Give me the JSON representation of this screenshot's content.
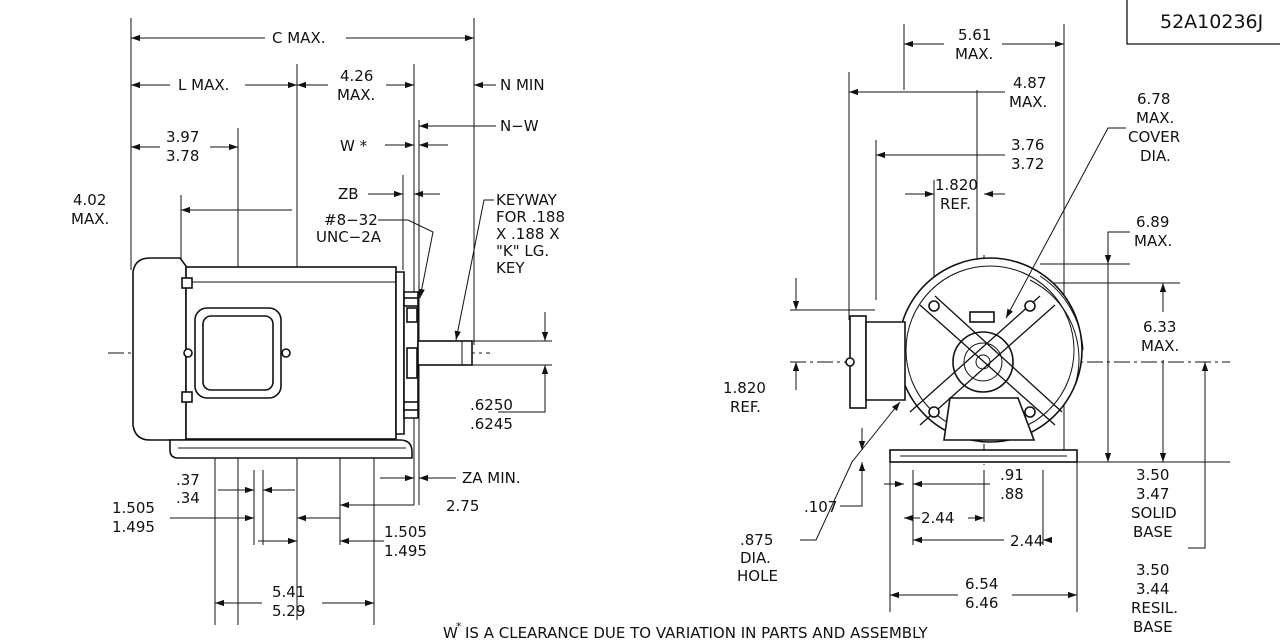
{
  "drawing_number": "52A10236J",
  "footnote_mark": "W",
  "footnote_star": "*",
  "footnote": "IS A CLEARANCE DUE TO VARIATION IN PARTS AND ASSEMBLY",
  "side_view": {
    "c_max": "C MAX.",
    "l_max": "L MAX.",
    "dim_426": [
      "4.26",
      "MAX."
    ],
    "n_min": "N MIN",
    "n_w": "N−W",
    "w_star": "W *",
    "dim_397": [
      "3.97",
      "3.78"
    ],
    "zb": "ZB",
    "thread": [
      "#8−32",
      "UNC−2A"
    ],
    "dim_402": [
      "4.02",
      "MAX."
    ],
    "keyway": [
      "KEYWAY",
      "FOR .188",
      "X .188 X",
      "\"K\" LG.",
      "KEY"
    ],
    "shaft": [
      ".6250",
      ".6245"
    ],
    "za_min": "ZA MIN.",
    "dim_37": [
      ".37",
      ".34"
    ],
    "dim_275": "2.75",
    "dim_1505_left": [
      "1.505",
      "1.495"
    ],
    "dim_1505_right": [
      "1.505",
      "1.495"
    ],
    "dim_541": [
      "5.41",
      "5.29"
    ]
  },
  "end_view": {
    "dim_561": [
      "5.61",
      "MAX."
    ],
    "dim_487": [
      "4.87",
      "MAX."
    ],
    "dim_678": [
      "6.78",
      "MAX.",
      "COVER",
      "DIA."
    ],
    "dim_376": [
      "3.76",
      "3.72"
    ],
    "dim_1820_ref_top": [
      "1.820",
      "REF."
    ],
    "dim_689": [
      "6.89",
      "MAX."
    ],
    "dim_633": [
      "6.33",
      "MAX."
    ],
    "dim_1820_ref_left": [
      "1.820",
      "REF."
    ],
    "dim_107": ".107",
    "dim_91": [
      ".91",
      ".88"
    ],
    "dim_244_a": "2.44",
    "dim_244_b": "2.44",
    "hole": [
      ".875",
      "DIA.",
      "HOLE"
    ],
    "solid_base": [
      "3.50",
      "3.47",
      "SOLID",
      "BASE"
    ],
    "resil_base": [
      "3.50",
      "3.44",
      "RESIL.",
      "BASE"
    ],
    "dim_654": [
      "6.54",
      "6.46"
    ]
  }
}
